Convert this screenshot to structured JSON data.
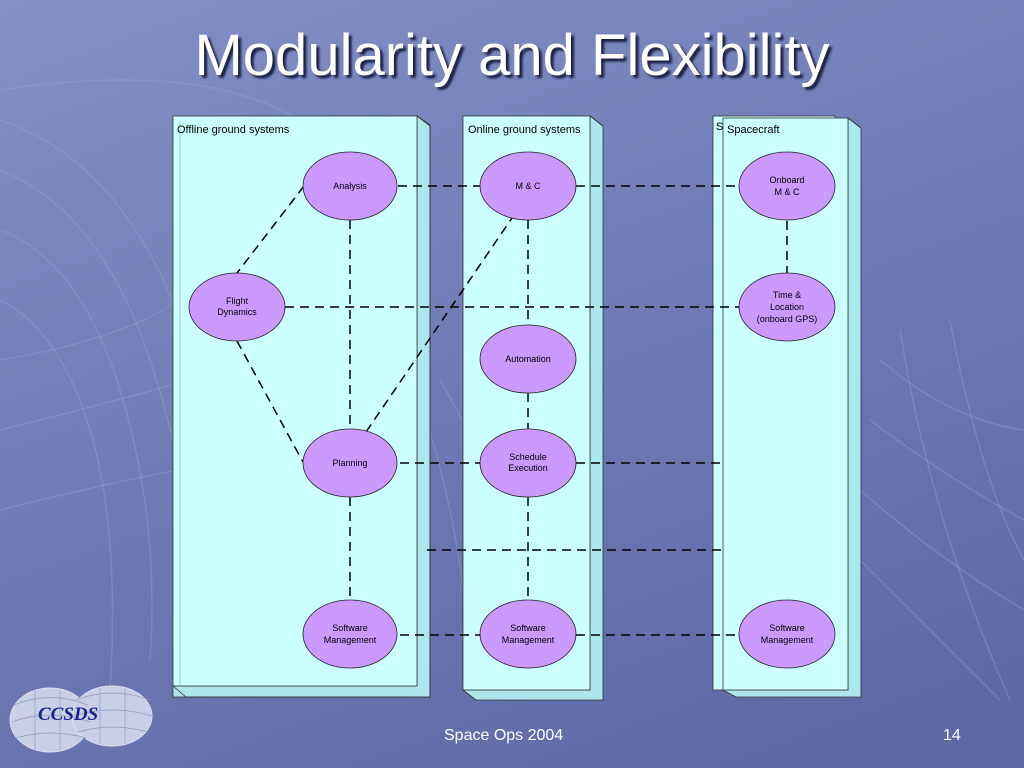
{
  "title": "Modularity and Flexibility",
  "panels": {
    "offline": "Offline ground systems",
    "online": "Online ground systems",
    "spacecraft": "Spacecraft",
    "spacecraft_shadow": "S"
  },
  "nodes": {
    "analysis": [
      "Analysis"
    ],
    "flight_dynamics": [
      "Flight",
      "Dynamics"
    ],
    "planning": [
      "Planning"
    ],
    "software_mgmt_offline": [
      "Software",
      "Management"
    ],
    "mc": [
      "M & C"
    ],
    "automation": [
      "Automation"
    ],
    "schedule_execution": [
      "Schedule",
      "Execution"
    ],
    "software_mgmt_online": [
      "Software",
      "Management"
    ],
    "onboard_mc": [
      "Onboard",
      "M & C"
    ],
    "time_location": [
      "Time &",
      "Location",
      "(onboard GPS)"
    ],
    "software_mgmt_spacecraft": [
      "Software",
      "Management"
    ]
  },
  "logo": "CCSDS",
  "footer": {
    "event": "Space Ops 2004",
    "page": "14"
  },
  "colors": {
    "panel_fill": "#ccffff",
    "node_fill": "#cc99ff",
    "title_text": "#ffffff",
    "logo_text": "#17248f"
  }
}
